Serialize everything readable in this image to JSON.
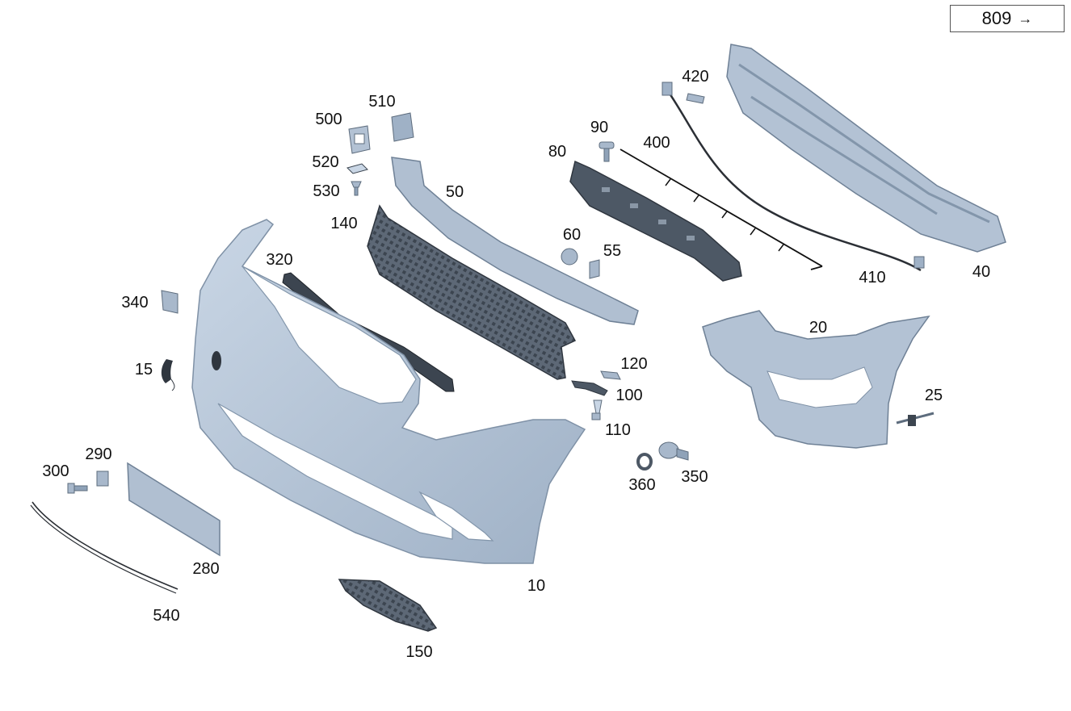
{
  "page_reference": {
    "label": "809",
    "arrow": "→"
  },
  "colors": {
    "part_fill": "#b7c6d8",
    "part_edge": "#7f91a6",
    "part_dark": "#4a5562",
    "part_shadow": "#95a7bc"
  },
  "parts": {
    "p10": "10",
    "p15": "15",
    "p20": "20",
    "p25": "25",
    "p40": "40",
    "p50": "50",
    "p55": "55",
    "p60": "60",
    "p80": "80",
    "p90": "90",
    "p100": "100",
    "p110": "110",
    "p120": "120",
    "p140": "140",
    "p150": "150",
    "p280": "280",
    "p290": "290",
    "p300": "300",
    "p320": "320",
    "p340": "340",
    "p350": "350",
    "p360": "360",
    "p400": "400",
    "p410": "410",
    "p420": "420",
    "p500": "500",
    "p510": "510",
    "p520": "520",
    "p530": "530",
    "p540": "540"
  }
}
